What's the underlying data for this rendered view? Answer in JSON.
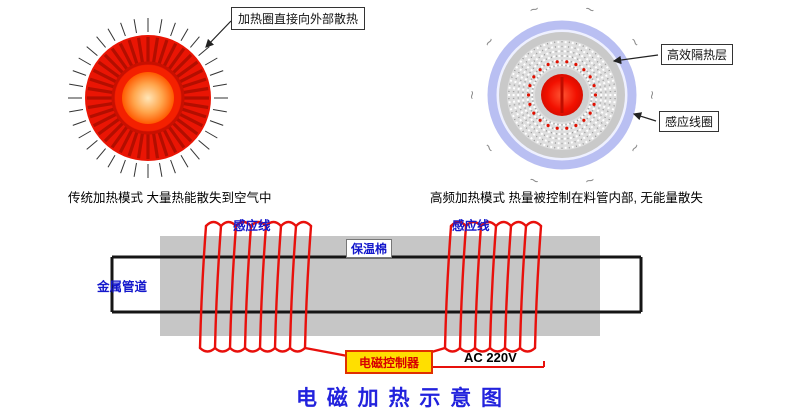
{
  "figures": {
    "left": {
      "callout": "加热圈直接向外部散热",
      "caption": "传统加热模式 大量热能散失到空气中"
    },
    "right": {
      "insulation_label": "高效隔热层",
      "coil_label": "感应线圈",
      "caption": "高频加热模式 热量被控制在料管内部, 无能量散失"
    }
  },
  "schematic": {
    "coil_label_left": "感应线",
    "coil_label_right": "感应线",
    "insulation_label": "保温棉",
    "pipe_label": "金属管道",
    "controller_label": "电磁控制器",
    "power_label": "AC 220V"
  },
  "title": "电 磁 加 热 示 意 图",
  "icons": {
    "heat_wave_glyph": "~"
  },
  "colors": {
    "coil_red": "#e8100c",
    "controller_yellow": "#ffdf00",
    "title_blue": "#2222dd",
    "insulation_gray": "#c6c6c6",
    "outer_ring_blue": "#b9bff2"
  }
}
